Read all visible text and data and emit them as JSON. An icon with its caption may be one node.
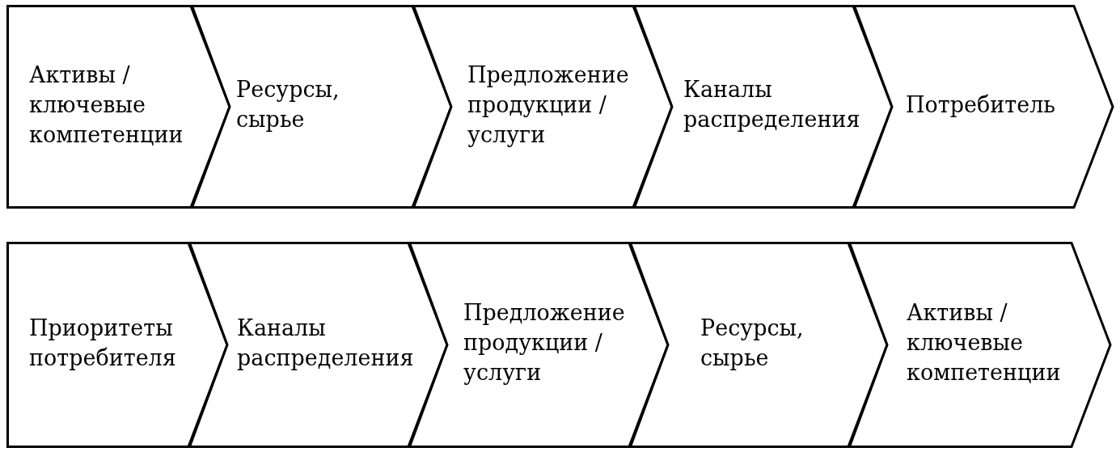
{
  "diagram": {
    "nodes": [
      {
        "text": [
          "Активы / ключевые компетенции"
        ]
      },
      {
        "text": [
          "Ресурсы, сырье"
        ]
      },
      {
        "text": [
          "Предложение продукции / услуги"
        ]
      },
      {
        "text": [
          "Каналы распределения"
        ]
      },
      {
        "text": [
          "Потребитель"
        ]
      },
      {
        "text": [
          "Приоритеты потребителя"
        ]
      },
      {
        "text": [
          "Каналы распределения"
        ]
      },
      {
        "text": [
          "Предложение продукции / услуги"
        ]
      },
      {
        "text": [
          "Ресурсы, сырье"
        ]
      },
      {
        "text": [
          "Активы / ключевые компетенции"
        ]
      }
    ]
  }
}
